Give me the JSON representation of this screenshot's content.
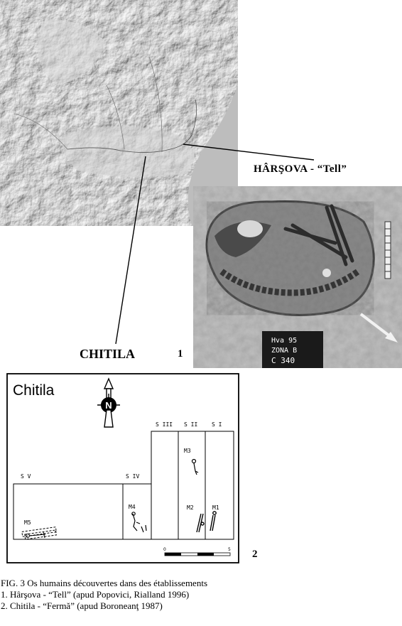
{
  "map": {
    "label_harsova": "HÂRŞOVA - “Tell”",
    "label_chitila": "CHITILA",
    "label_number": "1"
  },
  "photo": {
    "tag_line1": "Hva  95",
    "tag_line2": "ZONA  B",
    "tag_line3": "C 340"
  },
  "plan": {
    "title": "Chitila",
    "north_letter": "N",
    "sections": [
      "S V",
      "S IV",
      "S III",
      "S II",
      "S I"
    ],
    "burials": [
      "M5",
      "M4",
      "M3",
      "M2",
      "M1"
    ],
    "scale_start": "0",
    "scale_end": "5",
    "label_number": "2"
  },
  "caption": {
    "line1": "FIG. 3 Os humains découvertes dans des établissements",
    "line2": "1. Hârşova - “Tell” (apud Popovici, Rialland 1996)",
    "line3": "2. Chitila - “Fermă” (apud Boroneanţ 1987)"
  }
}
